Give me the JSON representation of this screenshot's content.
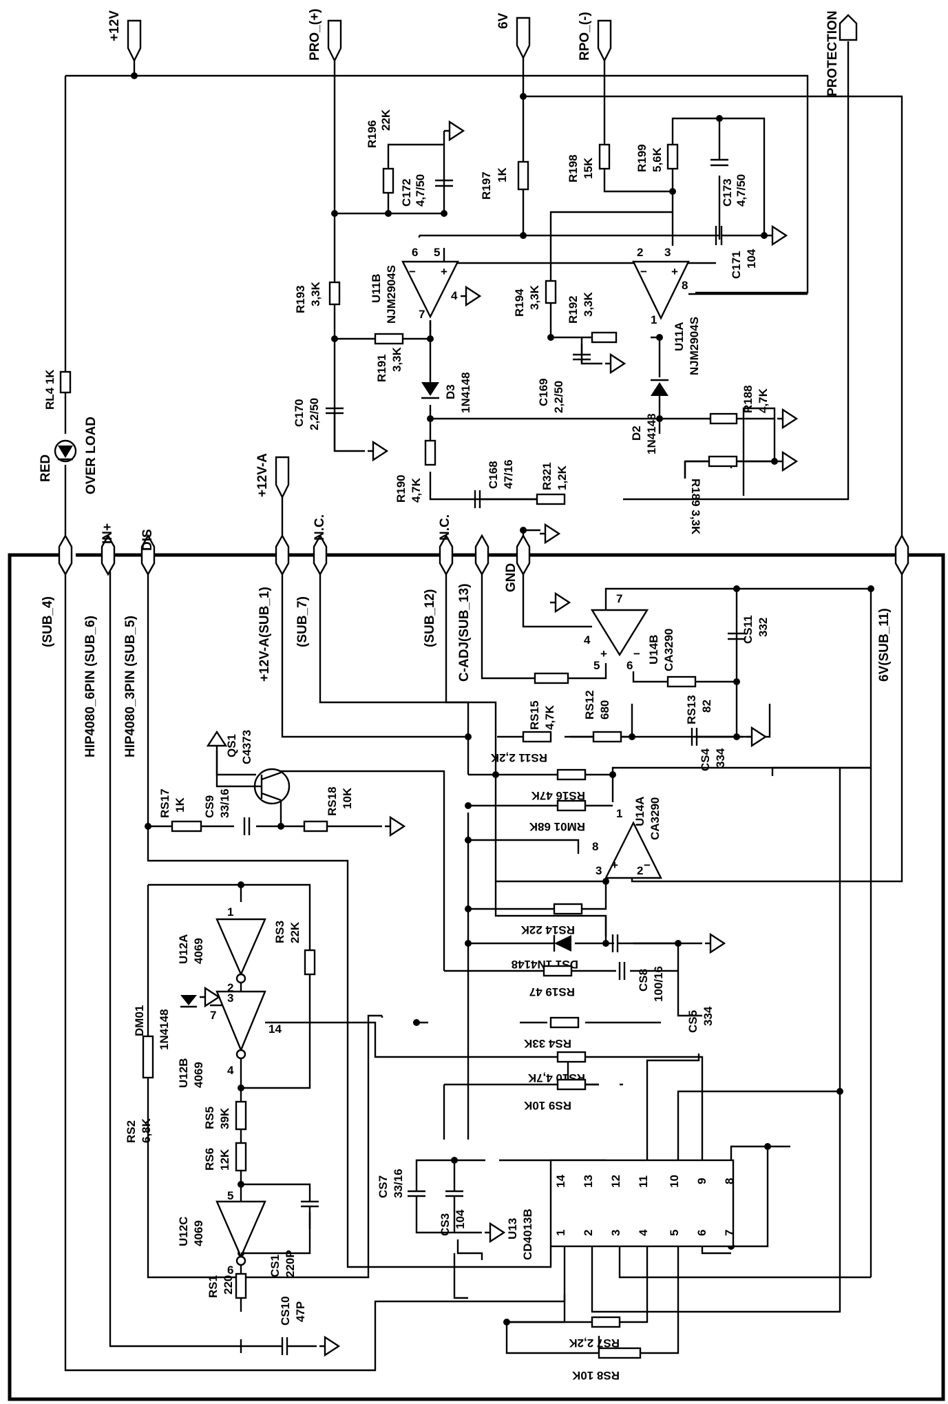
{
  "ports": {
    "p12v": "+12V",
    "pro_plus": "PRO_(+)",
    "v6": "6V",
    "rpo_minus": "RPO_(-)",
    "protection": "PROTECTION",
    "p12va": "+12V-A",
    "nc1": "N.C.",
    "nc2": "N.C.",
    "gnd": "GND",
    "in_plus": "IN+",
    "dis": "DIS"
  },
  "connectors": {
    "sub4": "(SUB_4)",
    "sub6": "HIP4080_6PIN (SUB_6)",
    "sub5": "HIP4080_3PIN (SUB_5)",
    "sub1": "+12V-A(SUB_1)",
    "sub7": "(SUB_7)",
    "sub12": "(SUB_12)",
    "sub13": "C-ADJ(SUB_13)",
    "sub11": "6V(SUB_11)"
  },
  "components": {
    "rl4": "RL4 1K",
    "led_color": "RED",
    "led_name": "OVER LOAD",
    "r196": [
      "R196",
      "22K"
    ],
    "c172": [
      "C172",
      "4,7/50"
    ],
    "r197": [
      "R197",
      "1K"
    ],
    "r198": [
      "R198",
      "15K"
    ],
    "r199": [
      "R199",
      "5,6K"
    ],
    "c173": [
      "C173",
      "4,7/50"
    ],
    "c171": [
      "C171",
      "104"
    ],
    "r193": [
      "R193",
      "3,3K"
    ],
    "u11b": [
      "U11B",
      "NJM2904S"
    ],
    "r194": [
      "R194",
      "3,3K"
    ],
    "r192": [
      "R192",
      "3,3K"
    ],
    "u11a": [
      "U11A",
      "NJM2904S"
    ],
    "r191": [
      "R191",
      "3,3K"
    ],
    "d3": [
      "D3",
      "1N4148"
    ],
    "c169": [
      "C169",
      "2,2/50"
    ],
    "c170": [
      "C170",
      "2,2/50"
    ],
    "r188": [
      "R188",
      "4,7K"
    ],
    "d2": [
      "D2",
      "1N4148"
    ],
    "r190": [
      "R190",
      "4,7K"
    ],
    "c168": [
      "C168",
      "47/16"
    ],
    "r321": [
      "R321",
      "1,2K"
    ],
    "r189": "R189 3,3K",
    "u14b": [
      "U14B",
      "CA3290"
    ],
    "cs11": [
      "CS11",
      "332"
    ],
    "rs15": [
      "RS15",
      "4,7K"
    ],
    "rs12": [
      "RS12",
      "680"
    ],
    "rs13": [
      "RS13",
      "82"
    ],
    "rs11": "RS11 2,2K",
    "cs4": [
      "CS4",
      "334"
    ],
    "qs1": [
      "QS1",
      "C4373"
    ],
    "rs16": "RS16 47K",
    "rm01": "RM01 68K",
    "u14a": [
      "U14A",
      "CA3290"
    ],
    "rs17": [
      "RS17",
      "1K"
    ],
    "cs9": [
      "CS9",
      "33/16"
    ],
    "rs18": [
      "RS18",
      "10K"
    ],
    "u12a": [
      "U12A",
      "4069"
    ],
    "rs3": [
      "RS3",
      "22K"
    ],
    "rs14": "RS14 22K",
    "ds1": "DS1 1N4148",
    "cs8": [
      "CS8",
      "100/16"
    ],
    "rs19": "RS19 47",
    "dm01": [
      "DM01",
      "1N4148"
    ],
    "u12b": [
      "U12B",
      "4069"
    ],
    "cs5": [
      "CS5",
      "334"
    ],
    "rs4": "RS4 33K",
    "rs10": "RS10 4,7K",
    "rs2": [
      "RS2",
      "6,8K"
    ],
    "rs5": [
      "RS5",
      "39K"
    ],
    "rs9": "RS9 10K",
    "rs6": [
      "RS6",
      "12K"
    ],
    "cs7": [
      "CS7",
      "33/16"
    ],
    "cs3": [
      "CS3",
      "104"
    ],
    "u13": [
      "U13",
      "CD4013B"
    ],
    "u12c": [
      "U12C",
      "4069"
    ],
    "cs1": [
      "CS1",
      "220P"
    ],
    "rs1": [
      "RS1",
      "220"
    ],
    "cs10": [
      "CS10",
      "47P"
    ],
    "rs7": "RS7 2,2K",
    "rs8": "RS8 10K"
  },
  "pins": {
    "u11b": [
      "6",
      "5",
      "4",
      "7"
    ],
    "u11a": [
      "2",
      "3",
      "8",
      "1"
    ],
    "u14b": [
      "7",
      "4",
      "5",
      "6"
    ],
    "u14a": [
      "1",
      "8",
      "3",
      "2"
    ],
    "u12a": [
      "1",
      "2"
    ],
    "u12b": [
      "3",
      "7",
      "14",
      "4"
    ],
    "u12c": [
      "5",
      "6"
    ],
    "u13_top": [
      "14",
      "13",
      "12",
      "11",
      "10",
      "9",
      "8"
    ],
    "u13_bottom": [
      "1",
      "2",
      "3",
      "4",
      "5",
      "6",
      "7"
    ]
  }
}
